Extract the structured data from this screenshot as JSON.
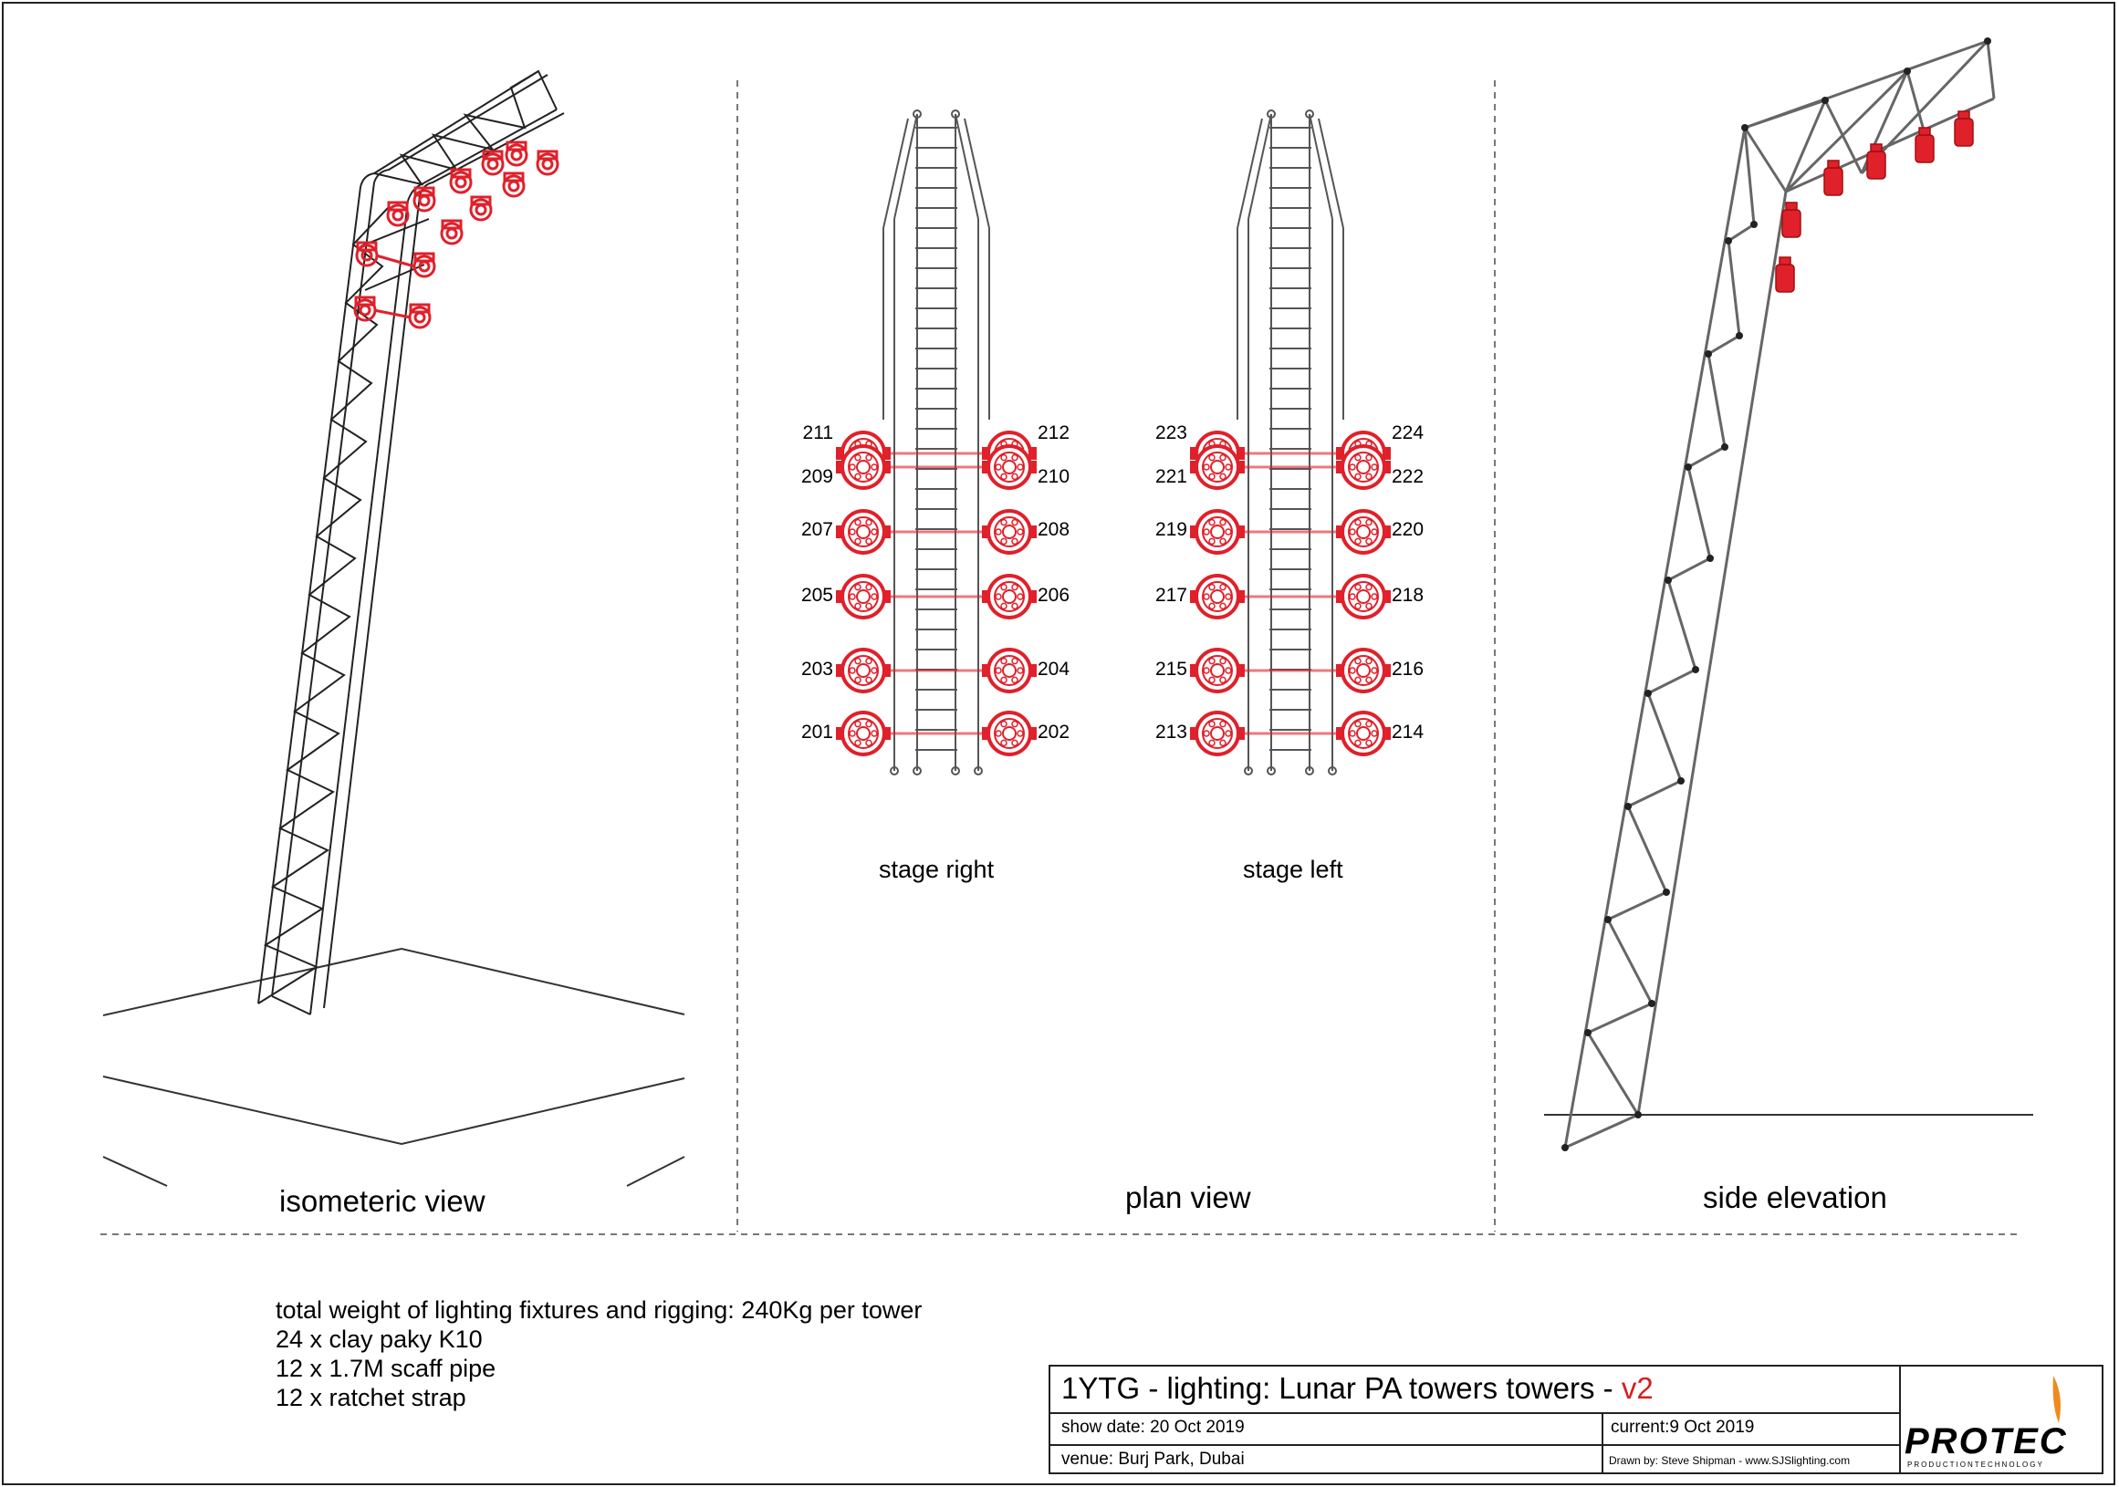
{
  "views": {
    "isometric": "isometeric view",
    "plan": "plan view",
    "side": "side elevation"
  },
  "plan": {
    "stage_right": "stage right",
    "stage_left": "stage left",
    "right_left_numbers": [
      "211",
      "209",
      "207",
      "205",
      "203",
      "201"
    ],
    "right_right_numbers": [
      "212",
      "210",
      "208",
      "206",
      "204",
      "202"
    ],
    "left_left_numbers": [
      "223",
      "221",
      "219",
      "217",
      "215",
      "213"
    ],
    "left_right_numbers": [
      "224",
      "222",
      "220",
      "218",
      "216",
      "214"
    ]
  },
  "notes": [
    "total weight of lighting fixtures and rigging: 240Kg per tower",
    "24 x clay paky K10",
    "12 x 1.7M scaff pipe",
    "12 x ratchet strap"
  ],
  "title_block": {
    "title": "1YTG - lighting: Lunar PA towers towers - ",
    "version": "v2",
    "show_date": "show date:  20 Oct 2019",
    "current": "current:9 Oct 2019",
    "venue": "venue: Burj Park, Dubai",
    "drawn_by": "Drawn by: Steve Shipman - www.SJSlighting.com",
    "logo": "PROTEC",
    "logo_sub": "PRODUCTIONTECHNOLOGY"
  },
  "colors": {
    "fixture_red": "#e0202a",
    "version_red": "#d42020",
    "truss_grey": "#555555",
    "logo_orange": "#f08a1c"
  }
}
